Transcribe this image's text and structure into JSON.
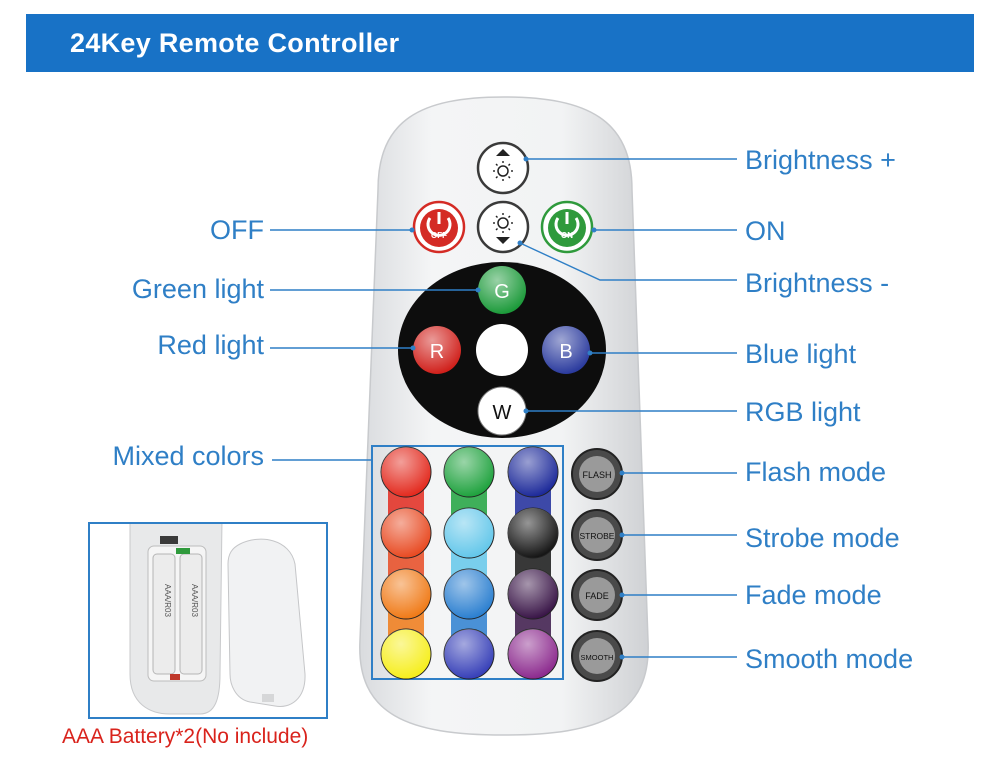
{
  "header": {
    "title": "24Key Remote Controller"
  },
  "callouts": {
    "brightness_up": "Brightness +",
    "off": "OFF",
    "on": "ON",
    "brightness_down": "Brightness -",
    "green_light": "Green light",
    "red_light": "Red light",
    "blue_light": "Blue light",
    "rgb_light": "RGB light",
    "mixed_colors": "Mixed colors",
    "flash_mode": "Flash mode",
    "strobe_mode": "Strobe mode",
    "fade_mode": "Fade mode",
    "smooth_mode": "Smooth mode"
  },
  "buttons": {
    "off": "OFF",
    "on": "ON",
    "green": "G",
    "red": "R",
    "blue": "B",
    "white": "W",
    "flash": "FLASH",
    "strobe": "STROBE",
    "fade": "FADE",
    "smooth": "SMOOTH"
  },
  "battery": {
    "caption": "AAA Battery*2(No include)",
    "cell_label_1": "AAA/R03",
    "cell_label_2": "AAA/R03"
  },
  "colors": {
    "accent": "#1872c6",
    "label": "#2f7fc6",
    "warning": "#d9231c",
    "off_red": "#d42b25",
    "on_green": "#2f9a3c",
    "color_grid": [
      [
        "#e32a1e",
        "#1fa23e",
        "#1d2a9a"
      ],
      [
        "#e84a22",
        "#63c7ea",
        "#161616"
      ],
      [
        "#f07a17",
        "#2b7fd0",
        "#3a1648"
      ],
      [
        "#f6ee1c",
        "#3740b8",
        "#8c2a8e"
      ]
    ]
  }
}
